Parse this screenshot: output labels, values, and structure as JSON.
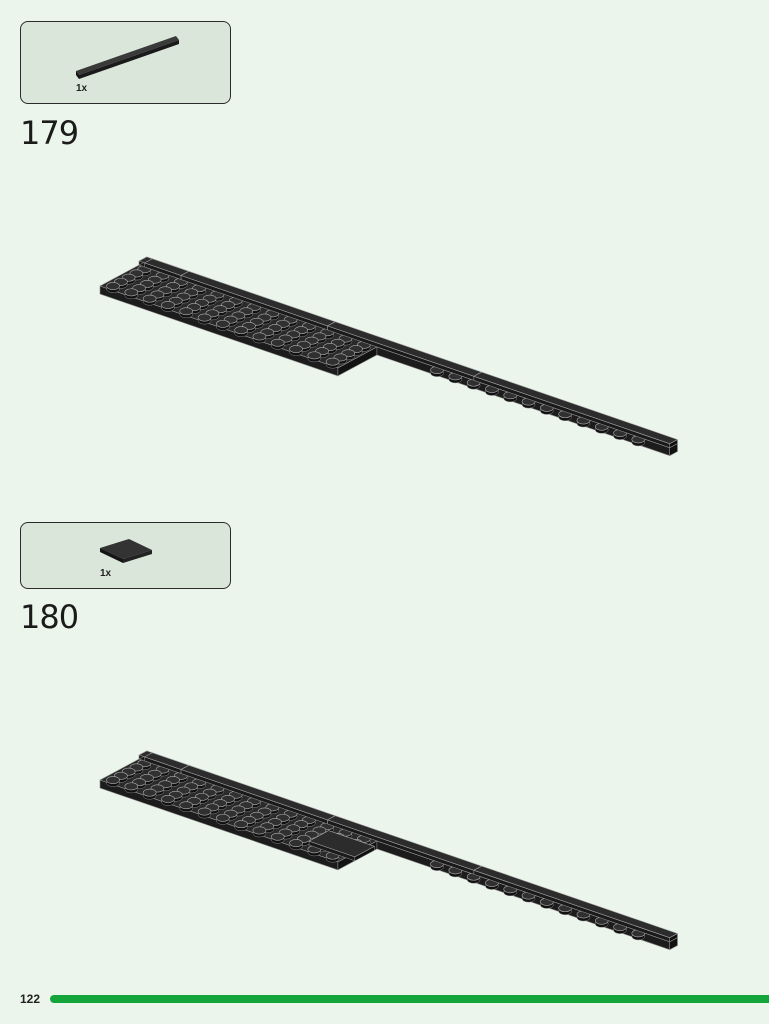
{
  "steps": [
    {
      "number": "179",
      "parts": [
        {
          "qty": "1x",
          "part": "tile-1x8-black-icon"
        }
      ]
    },
    {
      "number": "180",
      "parts": [
        {
          "qty": "1x",
          "part": "tile-2x2-black-icon"
        }
      ]
    }
  ],
  "page": {
    "number": "122"
  },
  "progress": {
    "fraction": 0.98
  },
  "colors": {
    "background": "#ecf5ec",
    "parts_box": "#dae6da",
    "brick": "#2a2a2a",
    "progress": "#13a43a"
  }
}
